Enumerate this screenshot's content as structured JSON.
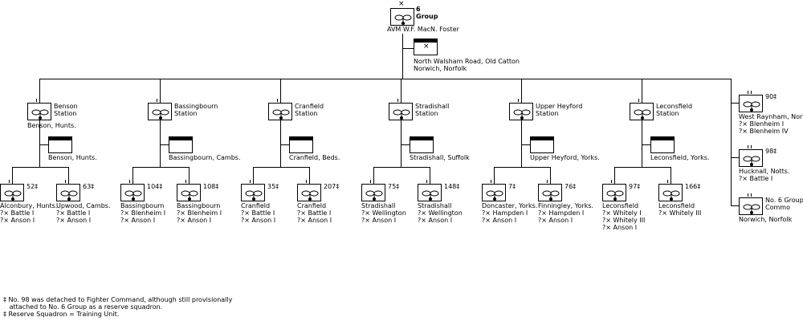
{
  "group": {
    "number": "6",
    "label": "Group",
    "commander": "AVM W.F. MacN. Foster",
    "hq_location": [
      "North Walsham Road, Old Catton",
      "Norwich, Norfolk"
    ]
  },
  "stations": [
    {
      "name": [
        "Benson",
        "Station"
      ],
      "location": "Benson, Hunts.",
      "hq_location": "Benson, Hunts.",
      "squadrons": [
        {
          "number": "52",
          "mark": "‡",
          "location": "Alconbury, Hunts.",
          "aircraft": [
            "?× Battle I",
            "?× Anson I"
          ]
        },
        {
          "number": "63",
          "mark": "‡",
          "location": "Upwood, Cambs.",
          "aircraft": [
            "?× Battle I",
            "?× Anson I"
          ]
        }
      ]
    },
    {
      "name": [
        "Bassingbourn",
        "Station"
      ],
      "location": "",
      "hq_location": "Bassingbourn, Cambs.",
      "squadrons": [
        {
          "number": "104",
          "mark": "‡",
          "location": "Bassingbourn",
          "aircraft": [
            "?× Blenheim I",
            "?× Anson I"
          ]
        },
        {
          "number": "108",
          "mark": "‡",
          "location": "Bassingbourn",
          "aircraft": [
            "?× Blenheim I",
            "?× Anson I"
          ]
        }
      ]
    },
    {
      "name": [
        "Cranfield",
        "Station"
      ],
      "location": "",
      "hq_location": "Cranfield, Beds.",
      "squadrons": [
        {
          "number": "35",
          "mark": "‡",
          "location": "Cranfield",
          "aircraft": [
            "?× Battle I",
            "?× Anson I"
          ]
        },
        {
          "number": "207",
          "mark": "‡",
          "location": "Cranfield",
          "aircraft": [
            "?× Battle I",
            "?× Anson I"
          ]
        }
      ]
    },
    {
      "name": [
        "Stradishall",
        "Station"
      ],
      "location": "",
      "hq_location": "Stradishall, Suffolk",
      "squadrons": [
        {
          "number": "75",
          "mark": "‡",
          "location": "Stradishall",
          "aircraft": [
            "?× Wellington",
            "?× Anson I"
          ]
        },
        {
          "number": "148",
          "mark": "‡",
          "location": "Stradishall",
          "aircraft": [
            "?× Wellington",
            "?× Anson I"
          ]
        }
      ]
    },
    {
      "name": [
        "Upper Heyford",
        "Station"
      ],
      "location": "",
      "hq_location": "Upper Heyford, Yorks.",
      "squadrons": [
        {
          "number": "7",
          "mark": "‡",
          "location": "Doncaster, Yorks.",
          "aircraft": [
            "?× Hampden I",
            "?× Anson I"
          ]
        },
        {
          "number": "76",
          "mark": "‡",
          "location": "Finningley, Yorks.",
          "aircraft": [
            "?× Hampden I",
            "?× Anson I"
          ]
        }
      ]
    },
    {
      "name": [
        "Leconsfield",
        "Station"
      ],
      "location": "",
      "hq_location": "Leconsfield, Yorks.",
      "squadrons": [
        {
          "number": "97",
          "mark": "‡",
          "location": "Leconsfield",
          "aircraft": [
            "?× Whitely I",
            "?× Whitely III",
            "?× Anson I"
          ]
        },
        {
          "number": "166",
          "mark": "‡",
          "location": "Leconsfield",
          "aircraft": [
            "?× Whitely III"
          ]
        }
      ]
    }
  ],
  "direct_units": [
    {
      "number": "90",
      "mark": "‡",
      "location": "West Raynham, Norfolk",
      "aircraft": [
        "?× Blenheim I",
        "?× Blenheim IV"
      ]
    },
    {
      "number": "98",
      "mark": "‡",
      "location": "Hucknall, Notts.",
      "aircraft": [
        "?× Battle I"
      ]
    },
    {
      "number": "",
      "mark": "",
      "location": "Norwich, Norfolk",
      "aircraft": [],
      "title": [
        "No. 6 Group",
        "Commo"
      ]
    }
  ],
  "footnotes": [
    "‡ No. 98 was detached to Fighter Command, although still provisionally",
    "   attached to No. 6 Group as a reserve squadron.",
    "‡ Reserve Squadron = Training Unit."
  ]
}
